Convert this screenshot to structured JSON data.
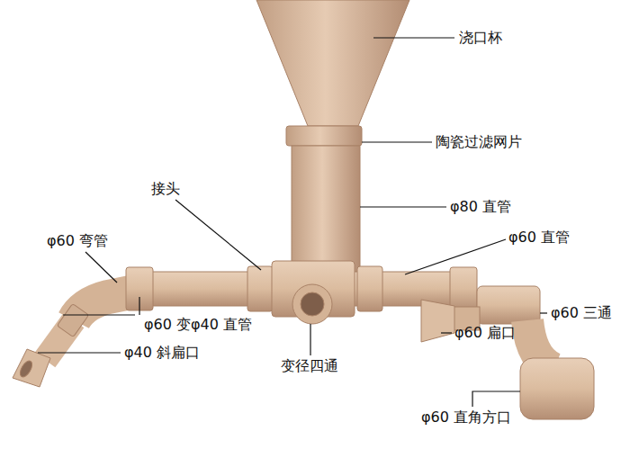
{
  "diagram": {
    "labels": [
      "浇口杯",
      "陶瓷过滤网片",
      "接头",
      "φ80 直管",
      "φ60 弯管",
      "φ60 直管",
      "φ60 三通",
      "φ60 变φ40 直管",
      "φ60 扁口",
      "φ40 斜扁口",
      "变径四通",
      "φ60 直角方口"
    ]
  }
}
